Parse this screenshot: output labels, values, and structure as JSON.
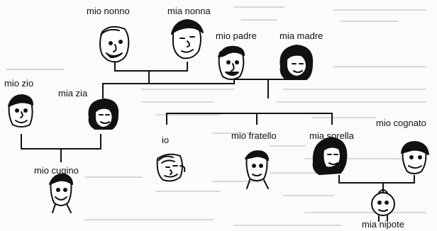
{
  "members": {
    "grandfather": "mio nonno",
    "grandmother": "mia nonna",
    "father": "mio padre",
    "mother": "mia madre",
    "uncle": "mio zio",
    "aunt": "mia zia",
    "self": "io",
    "brother": "mio fratello",
    "sister": "mia sorella",
    "brother_in_law": "mio cognato",
    "cousin": "mio cugino",
    "niece": "mia nipote"
  },
  "colors": {
    "ink": "#111111",
    "background": "#fbfbfb",
    "faded_text": "#d9d9d9"
  }
}
